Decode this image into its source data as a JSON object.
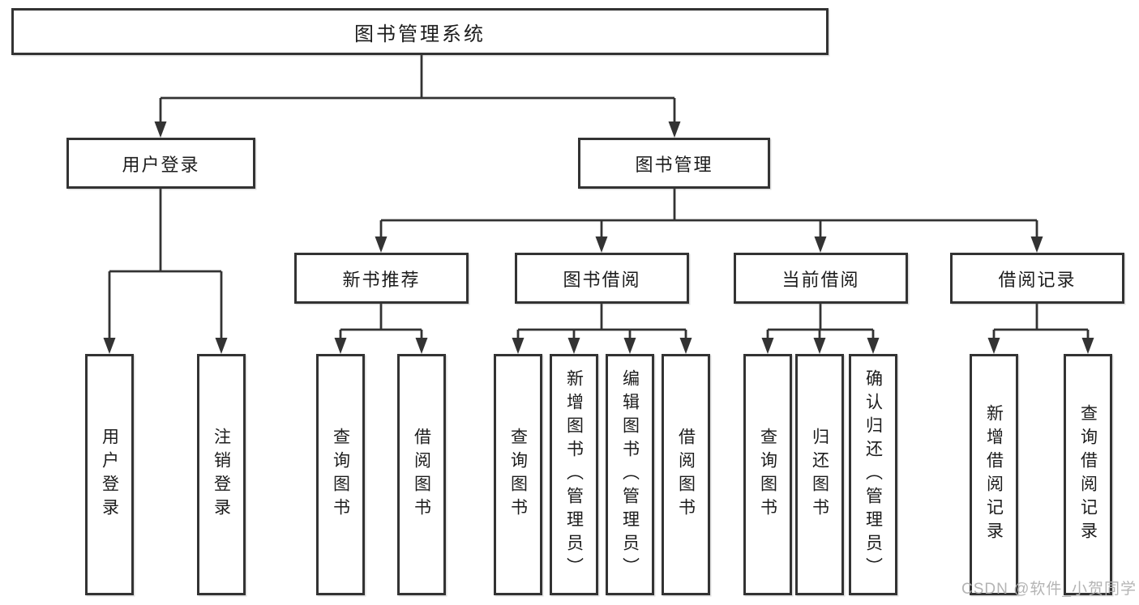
{
  "diagram_type": "hierarchy-tree",
  "tree": {
    "label": "图书管理系统",
    "children": [
      {
        "label": "用户登录",
        "children": [
          {
            "label": "用户登录"
          },
          {
            "label": "注销登录"
          }
        ]
      },
      {
        "label": "图书管理",
        "children": [
          {
            "label": "新书推荐",
            "children": [
              {
                "label": "查询图书"
              },
              {
                "label": "借阅图书"
              }
            ]
          },
          {
            "label": "图书借阅",
            "children": [
              {
                "label": "查询图书"
              },
              {
                "label": "新增图书（管理员）"
              },
              {
                "label": "编辑图书（管理员）"
              },
              {
                "label": "借阅图书"
              }
            ]
          },
          {
            "label": "当前借阅",
            "children": [
              {
                "label": "查询图书"
              },
              {
                "label": "归还图书"
              },
              {
                "label": "确认归还（管理员）"
              }
            ]
          },
          {
            "label": "借阅记录",
            "children": [
              {
                "label": "新增借阅记录"
              },
              {
                "label": "查询借阅记录"
              }
            ]
          }
        ]
      }
    ]
  },
  "watermark": {
    "text": "CSDN @软件_小贺同学"
  },
  "colors": {
    "background": "#ffffff",
    "line": "#333333",
    "box_border": "#333333",
    "text": "#1c1c1c",
    "watermark": "#b0b0b0"
  }
}
